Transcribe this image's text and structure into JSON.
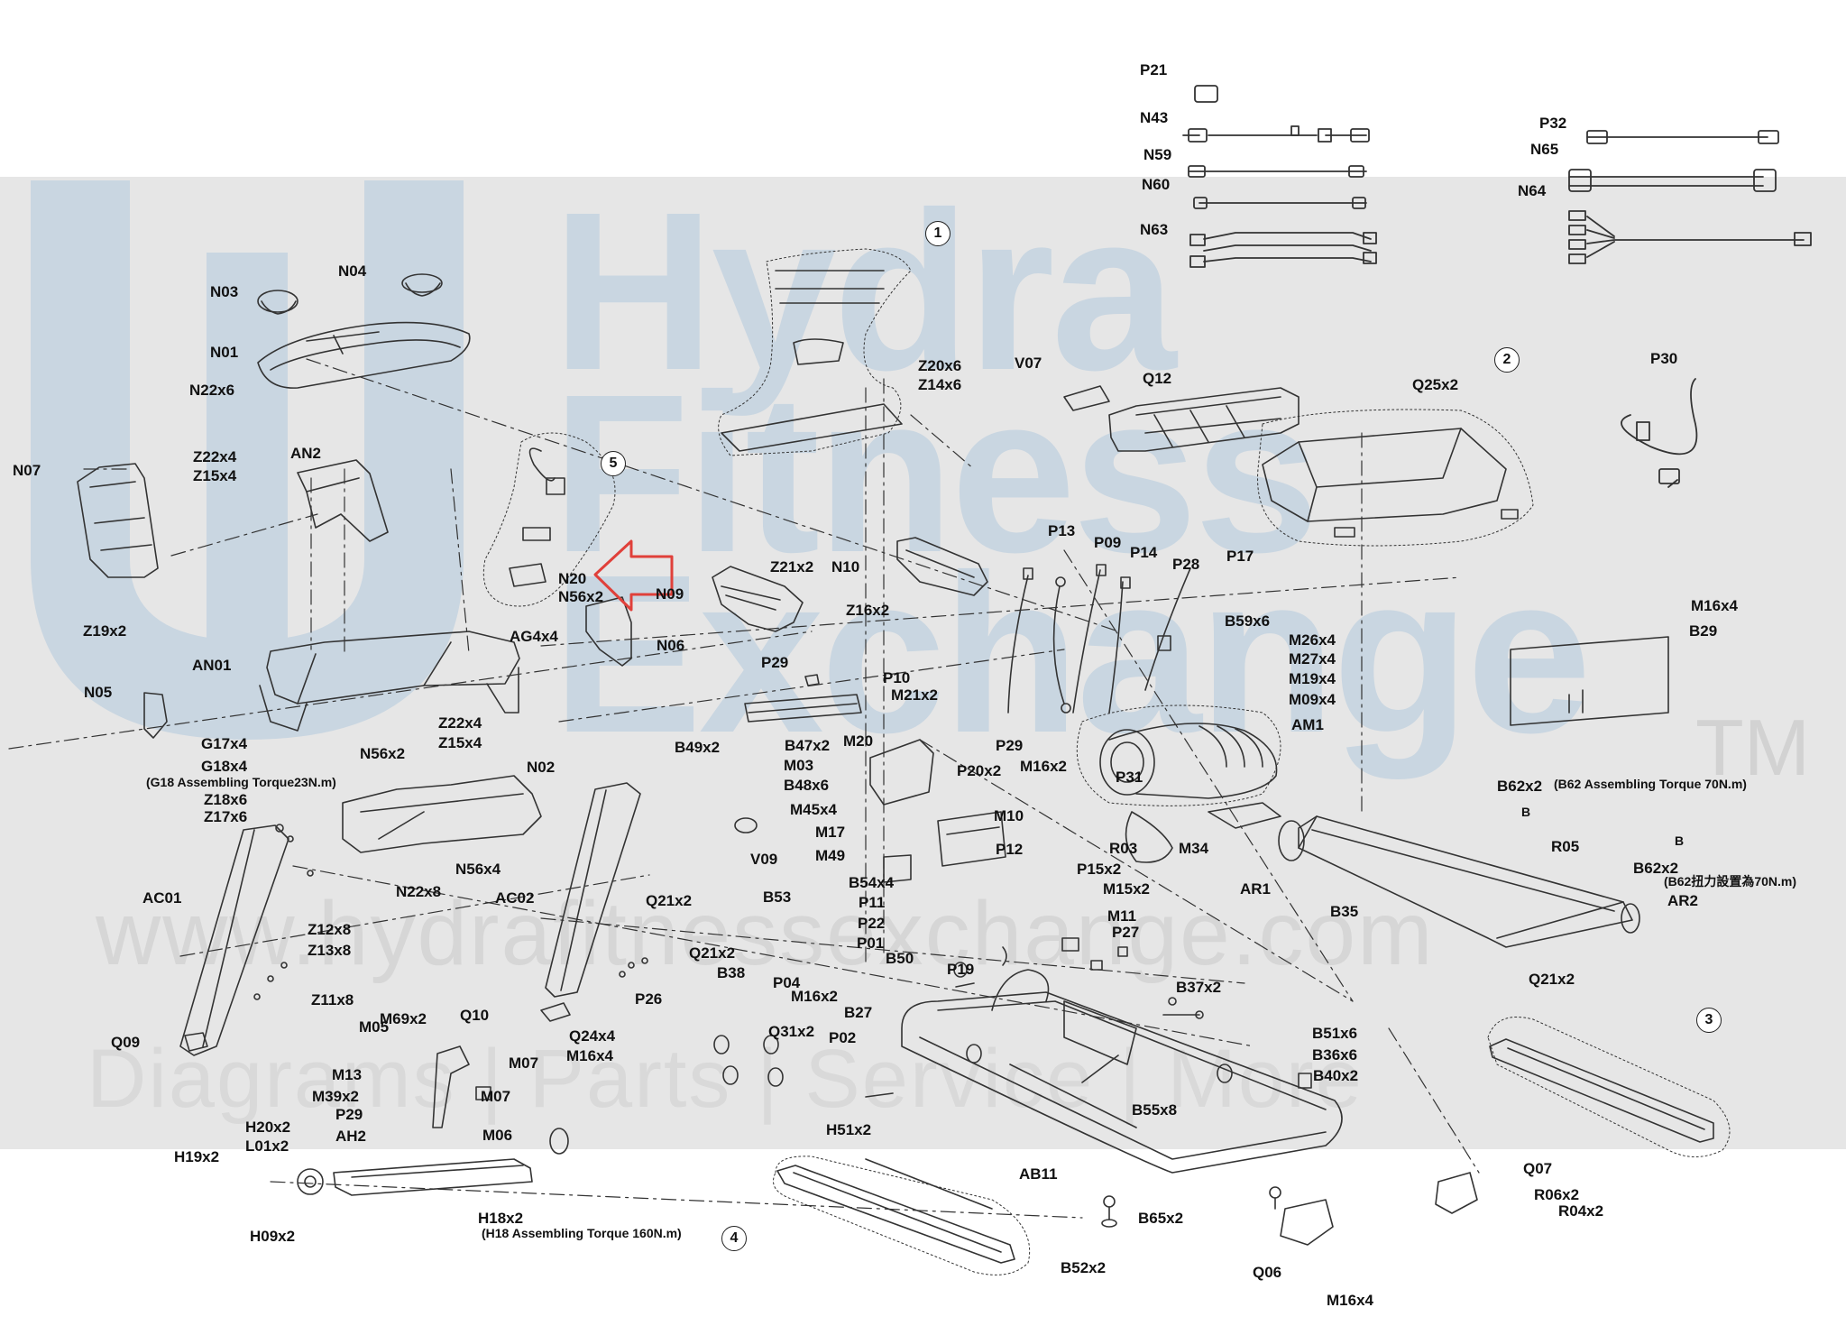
{
  "watermark": {
    "line1": "Hydra",
    "line2": "Fitness",
    "line3": "Exchange",
    "tm": "TM",
    "url": "www.hydrafitnessexchange.com",
    "tagline": "Diagrams | Parts | Service | More"
  },
  "callouts": [
    "1",
    "2",
    "3",
    "4",
    "5"
  ],
  "part_labels": [
    "P21",
    "N43",
    "N59",
    "N60",
    "N63",
    "P32",
    "N65",
    "N64",
    "P30",
    "N03",
    "N04",
    "N01",
    "N22x6",
    "N07",
    "Z22x4",
    "Z15x4",
    "AN2",
    "Z19x2",
    "Z20x6",
    "Z14x6",
    "V07",
    "Q12",
    "Q25x2",
    "N20",
    "N56x2",
    "N09",
    "Z21x2",
    "N10",
    "Z16x2",
    "AG4x4",
    "N06",
    "P13",
    "P09",
    "P14",
    "P28",
    "P17",
    "AN01",
    "N05",
    "P29",
    "P10",
    "M21x2",
    "B59x6",
    "M26x4",
    "M27x4",
    "M19x4",
    "M09x4",
    "AM1",
    "M16x4",
    "B29",
    "G17x4",
    "G18x4",
    "Z22x4",
    "Z15x4",
    "N56x2",
    "B49x2",
    "B47x2",
    "M03",
    "B48x6",
    "M20",
    "P29",
    "M16x2",
    "N02",
    "Z18x6",
    "Z17x6",
    "M45x4",
    "M17",
    "M49",
    "V09",
    "P20x2",
    "M10",
    "P31",
    "B62x2",
    "R03",
    "M34",
    "AR1",
    "R05",
    "B62x2",
    "N22x8",
    "N56x4",
    "AC01",
    "AC02",
    "Q21x2",
    "B53",
    "B54x4",
    "P11",
    "P22",
    "P01",
    "P12",
    "P15x2",
    "M15x2",
    "M11",
    "P27",
    "B35",
    "AR2",
    "Z12x8",
    "Z13x8",
    "Q21x2",
    "B38",
    "P04",
    "B50",
    "P19",
    "Z11x8",
    "P26",
    "M16x2",
    "B27",
    "B37x2",
    "Q21x2",
    "M05",
    "M69x2",
    "Q10",
    "Q24x4",
    "M16x4",
    "Q31x2",
    "P02",
    "B51x6",
    "B36x6",
    "Q09",
    "M07",
    "M13",
    "M39x2",
    "P29",
    "M07",
    "B40x2",
    "B55x8",
    "H20x2",
    "L01x2",
    "AH2",
    "M06",
    "H51x2",
    "H19x2",
    "AB11",
    "Q07",
    "R06x2",
    "R04x2",
    "H09x2",
    "H18x2",
    "B65x2",
    "Q06",
    "B52x2",
    "M16x4"
  ],
  "notes": {
    "g18": "(G18 Assembling Torque23N.m)",
    "b62_en": "(B62 Assembling Torque 70N.m)",
    "b62_zh": "(B62扭力設置為70N.m)",
    "h18": "(H18 Assembling Torque 160N.m)",
    "b_mark": "B"
  },
  "colors": {
    "line": "#333333",
    "band": "#e6e6e6",
    "watermark_blue": "#c9d6e1",
    "arrow": "#e0403a"
  }
}
